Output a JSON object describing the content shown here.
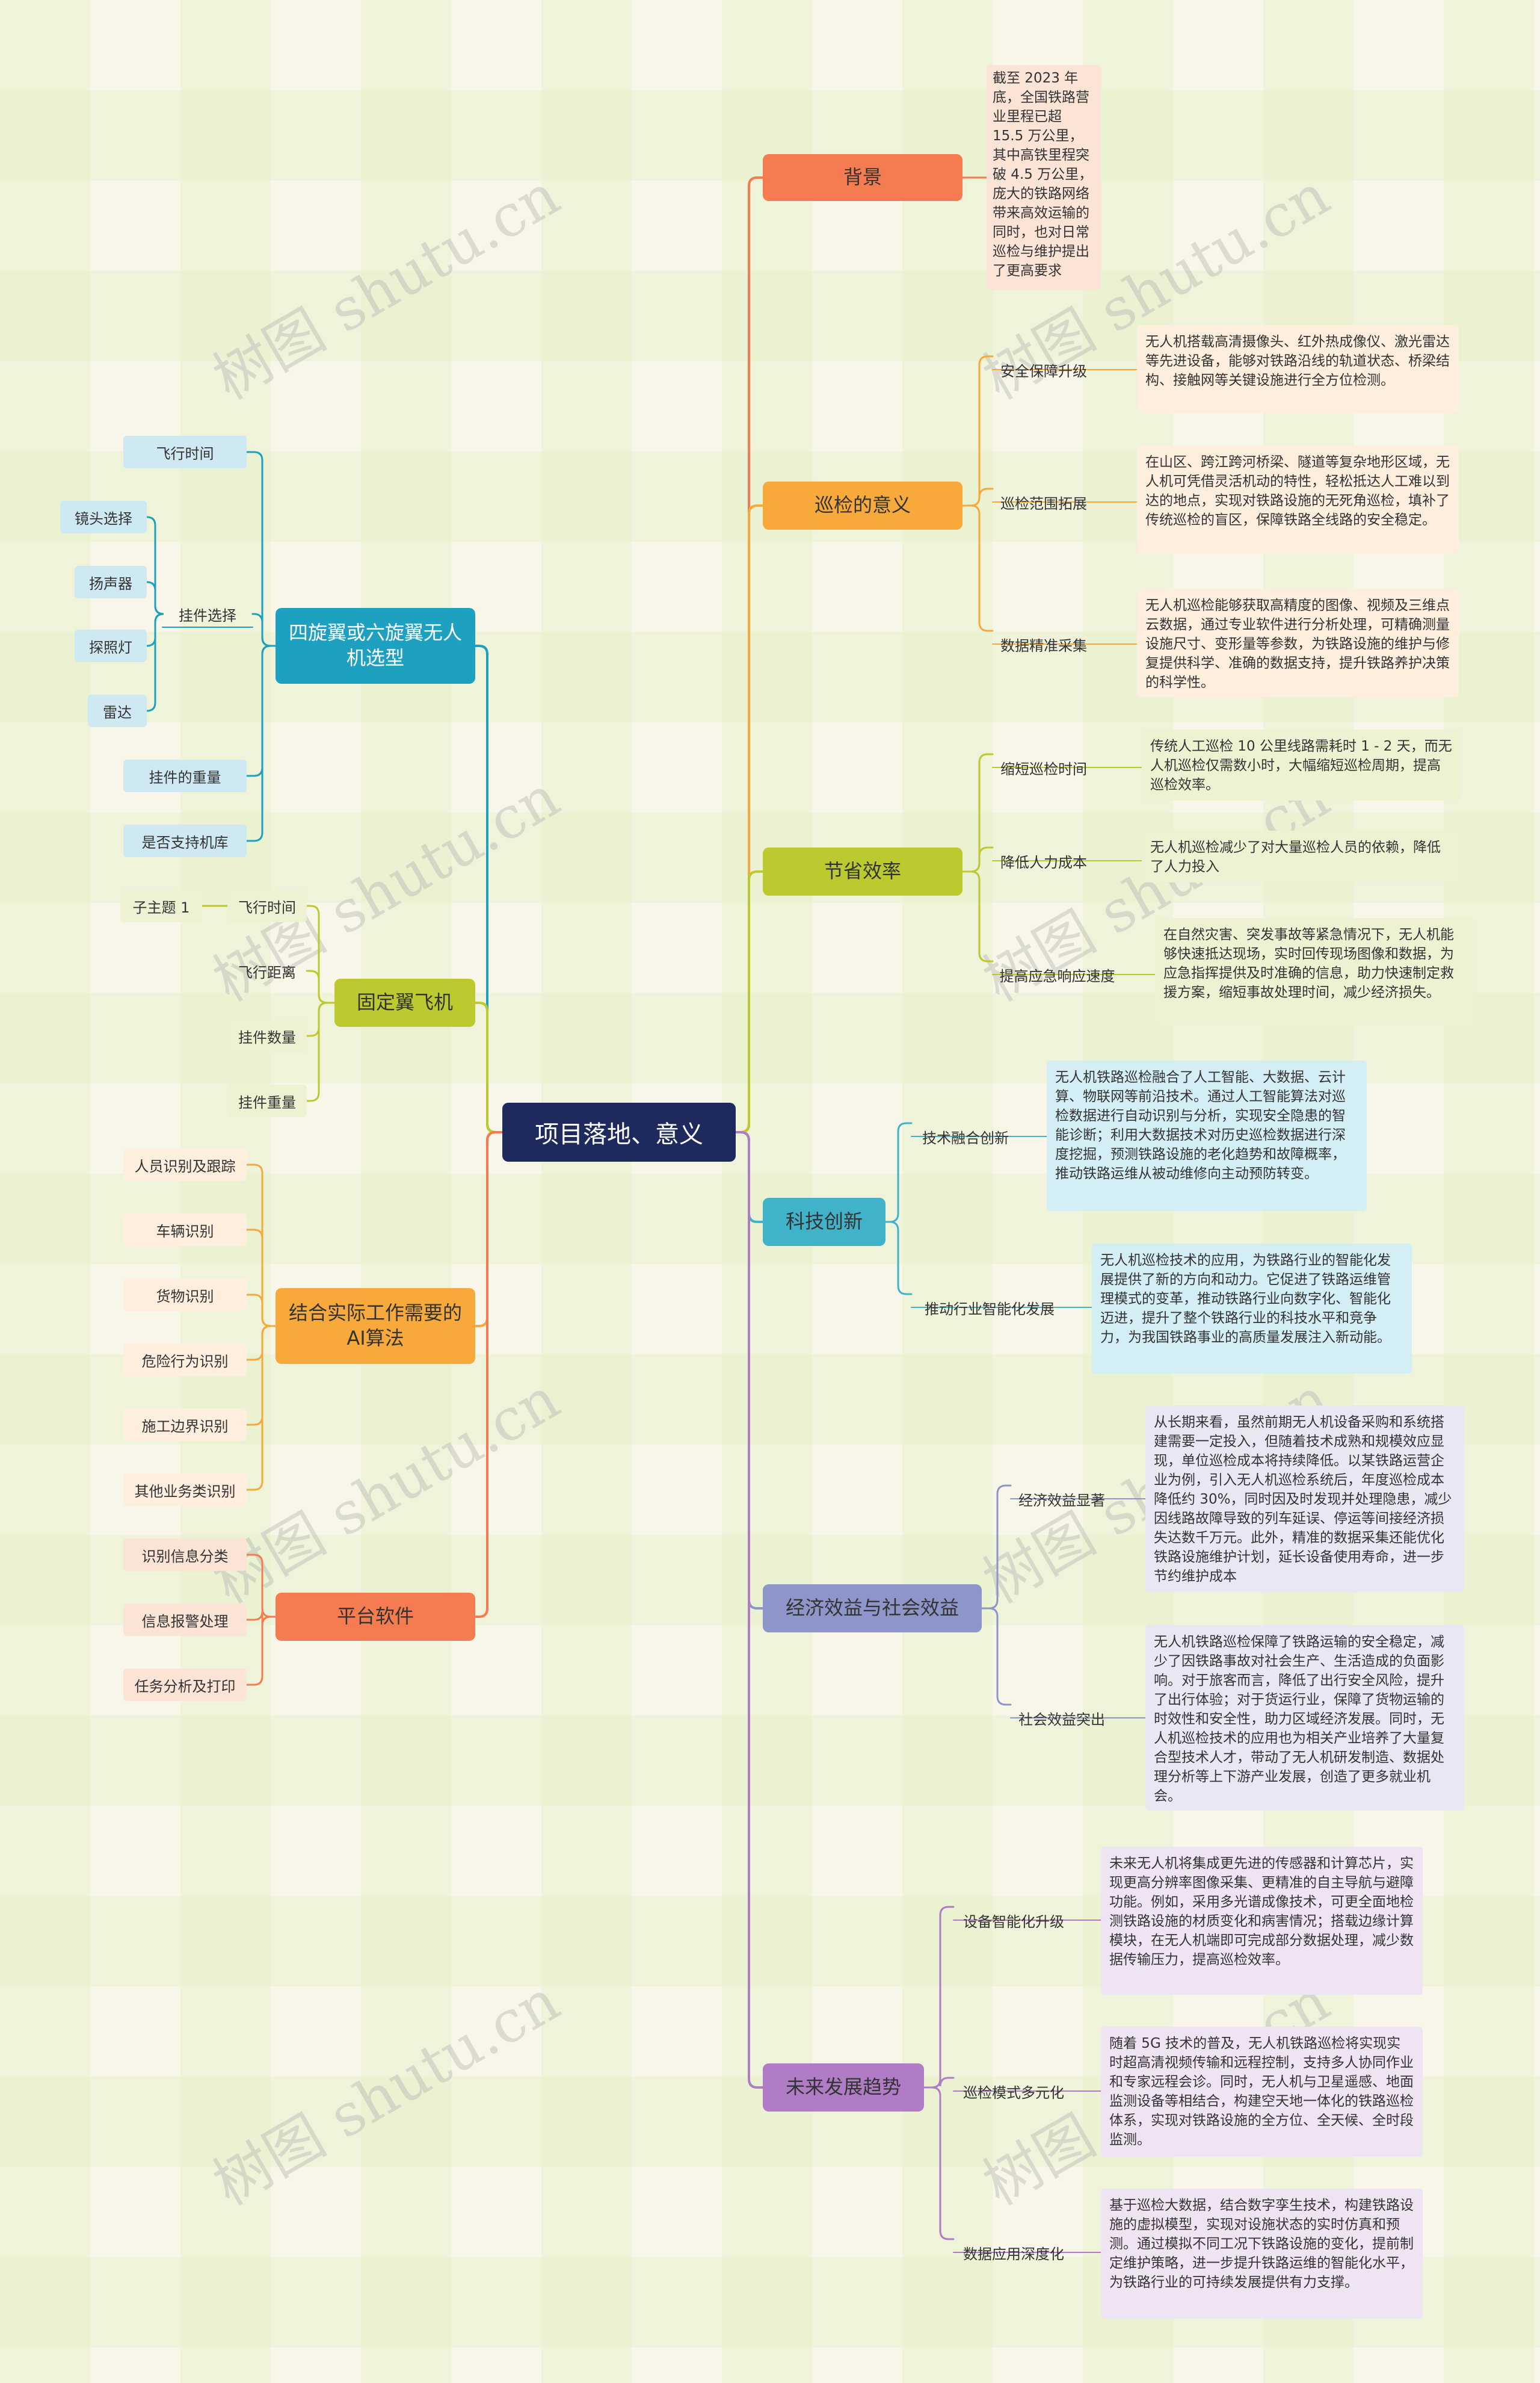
{
  "root": "项目落地、意义",
  "watermark": "树图 shutu.cn",
  "right": [
    {
      "label": "背景",
      "color": "#f47c50",
      "children": [
        {
          "label": "",
          "text": "截至 2023 年底，全国铁路营业里程已超 15.5 万公里，其中高铁里程突破 4.5 万公里，庞大的铁路网络带来高效运输的同时，也对日常巡检与维护提出了更高要求"
        }
      ]
    },
    {
      "label": "巡检的意义",
      "color": "#f7a93b",
      "children": [
        {
          "label": "安全保障升级",
          "text": "无人机搭载高清摄像头、红外热成像仪、激光雷达等先进设备，能够对铁路沿线的轨道状态、桥梁结构、接触网等关键设施进行全方位检测。"
        },
        {
          "label": "巡检范围拓展",
          "text": "在山区、跨江跨河桥梁、隧道等复杂地形区域，无人机可凭借灵活机动的特性，轻松抵达人工难以到达的地点，实现对铁路设施的无死角巡检，填补了传统巡检的盲区，保障铁路全线路的安全稳定。"
        },
        {
          "label": "数据精准采集",
          "text": "无人机巡检能够获取高精度的图像、视频及三维点云数据，通过专业软件进行分析处理，可精确测量设施尺寸、变形量等参数，为铁路设施的维护与修复提供科学、准确的数据支持，提升铁路养护决策的科学性。"
        }
      ]
    },
    {
      "label": "节省效率",
      "color": "#bcc92f",
      "children": [
        {
          "label": "缩短巡检时间",
          "text": "传统人工巡检 10 公里线路需耗时 1 - 2 天，而无人机巡检仅需数小时，大幅缩短巡检周期，提高巡检效率。"
        },
        {
          "label": "降低人力成本",
          "text": "无人机巡检减少了对大量巡检人员的依赖，降低了人力投入"
        },
        {
          "label": "提高应急响应速度",
          "text": "在自然灾害、突发事故等紧急情况下，无人机能够快速抵达现场，实时回传现场图像和数据，为应急指挥提供及时准确的信息，助力快速制定救援方案，缩短事故处理时间，减少经济损失。"
        }
      ]
    },
    {
      "label": "科技创新",
      "color": "#41b3c9",
      "children": [
        {
          "label": "技术融合创新",
          "text": "无人机铁路巡检融合了人工智能、大数据、云计算、物联网等前沿技术。通过人工智能算法对巡检数据进行自动识别与分析，实现安全隐患的智能诊断；利用大数据技术对历史巡检数据进行深度挖掘，预测铁路设施的老化趋势和故障概率，推动铁路运维从被动维修向主动预防转变。"
        },
        {
          "label": "推动行业智能化发展",
          "text": "无人机巡检技术的应用，为铁路行业的智能化发展提供了新的方向和动力。它促进了铁路运维管理模式的变革，推动铁路行业向数字化、智能化迈进，提升了整个铁路行业的科技水平和竞争力，为我国铁路事业的高质量发展注入新动能。"
        }
      ]
    },
    {
      "label": "经济效益与社会效益",
      "color": "#8e95c8",
      "children": [
        {
          "label": "经济效益显著",
          "text": "从长期来看，虽然前期无人机设备采购和系统搭建需要一定投入，但随着技术成熟和规模效应显现，单位巡检成本将持续降低。以某铁路运营企业为例，引入无人机巡检系统后，年度巡检成本降低约 30%，同时因及时发现并处理隐患，减少因线路故障导致的列车延误、停运等间接经济损失达数千万元。此外，精准的数据采集还能优化铁路设施维护计划，延长设备使用寿命，进一步节约维护成本"
        },
        {
          "label": "社会效益突出",
          "text": "无人机铁路巡检保障了铁路运输的安全稳定，减少了因铁路事故对社会生产、生活造成的负面影响。对于旅客而言，降低了出行安全风险，提升了出行体验；对于货运行业，保障了货物运输的时效性和安全性，助力区域经济发展。同时，无人机巡检技术的应用也为相关产业培养了大量复合型技术人才，带动了无人机研发制造、数据处理分析等上下游产业发展，创造了更多就业机会。"
        }
      ]
    },
    {
      "label": "未来发展趋势",
      "color": "#b07cc6",
      "children": [
        {
          "label": "设备智能化升级",
          "text": "未来无人机将集成更先进的传感器和计算芯片，实现更高分辨率图像采集、更精准的自主导航与避障功能。例如，采用多光谱成像技术，可更全面地检测铁路设施的材质变化和病害情况；搭载边缘计算模块，在无人机端即可完成部分数据处理，减少数据传输压力，提高巡检效率。"
        },
        {
          "label": "巡检模式多元化",
          "text": "随着 5G 技术的普及，无人机铁路巡检将实现实时超高清视频传输和远程控制，支持多人协同作业和专家远程会诊。同时，无人机与卫星遥感、地面监测设备等相结合，构建空天地一体化的铁路巡检体系，实现对铁路设施的全方位、全天候、全时段监测。"
        },
        {
          "label": "数据应用深度化",
          "text": "基于巡检大数据，结合数字孪生技术，构建铁路设施的虚拟模型，实现对设施状态的实时仿真和预测。通过模拟不同工况下铁路设施的变化，提前制定维护策略，进一步提升铁路运维的智能化水平，为铁路行业的可持续发展提供有力支撑。"
        }
      ]
    }
  ],
  "left": [
    {
      "label": "四旋翼或六旋翼无人机选型",
      "color": "#1ea0c0",
      "children": [
        {
          "label": "飞行时间"
        },
        {
          "label": "挂件选择",
          "children": [
            "镜头选择",
            "扬声器",
            "探照灯",
            "雷达"
          ]
        },
        {
          "label": "挂件的重量"
        },
        {
          "label": "是否支持机库"
        }
      ]
    },
    {
      "label": "固定翼飞机",
      "color": "#bcc92f",
      "children": [
        {
          "label": "飞行时间",
          "children": [
            "子主题 1"
          ]
        },
        {
          "label": "飞行距离"
        },
        {
          "label": "挂件数量"
        },
        {
          "label": "挂件重量"
        }
      ]
    },
    {
      "label": "结合实际工作需要的AI算法",
      "color": "#f7a93b",
      "children": [
        {
          "label": "人员识别及跟踪"
        },
        {
          "label": "车辆识别"
        },
        {
          "label": "货物识别"
        },
        {
          "label": "危险行为识别"
        },
        {
          "label": "施工边界识别"
        },
        {
          "label": "其他业务类识别"
        }
      ]
    },
    {
      "label": "平台软件",
      "color": "#f47c50",
      "children": [
        {
          "label": "识别信息分类"
        },
        {
          "label": "信息报警处理"
        },
        {
          "label": "任务分析及打印"
        }
      ]
    }
  ]
}
